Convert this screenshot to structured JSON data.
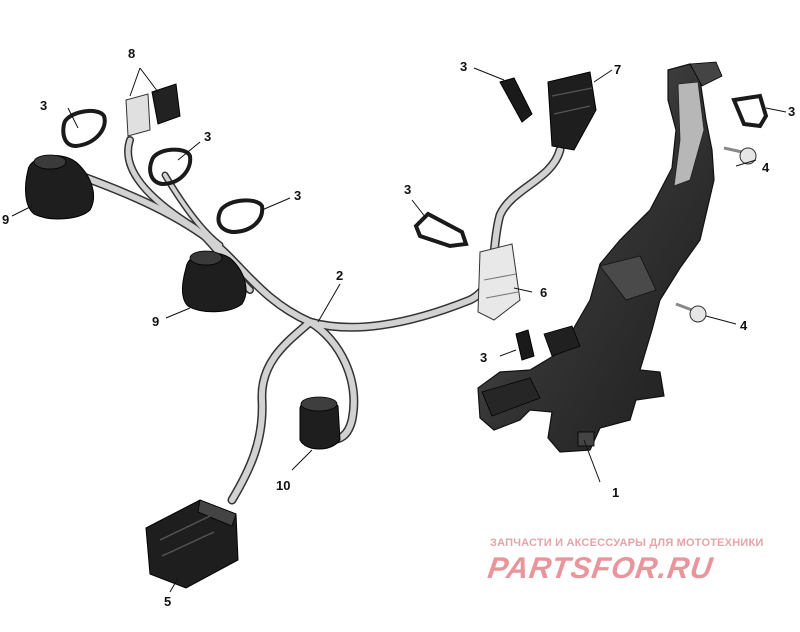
{
  "callouts": {
    "c1": "1",
    "c2": "2",
    "c3": "3",
    "c4": "4",
    "c5": "5",
    "c6": "6",
    "c7": "7",
    "c8": "8",
    "c9": "9",
    "c10": "10"
  },
  "watermark": {
    "subtitle": "ЗАПЧАСТИ И АКСЕССУАРЫ ДЛЯ МОТОТЕХНИКИ",
    "logo": "PARTSFOR.RU"
  },
  "colors": {
    "harness": "#d2d2d2",
    "connector": "#1e1e1e",
    "bracket": "#3a3a3a",
    "watermark": "#e8959b"
  }
}
